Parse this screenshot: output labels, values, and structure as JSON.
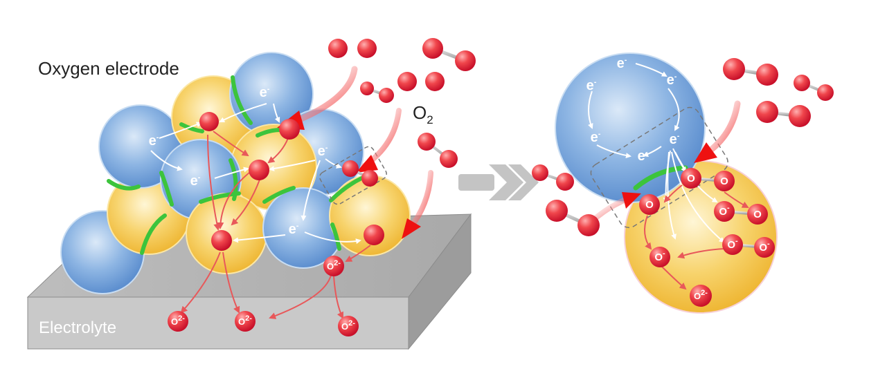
{
  "labels": {
    "oxygen_electrode": "Oxygen electrode",
    "electrolyte": "Electrolyte",
    "o2_main": "O",
    "o2_sub": "2"
  },
  "species": {
    "electron": "e",
    "electron_charge": "-",
    "oxygen": "O",
    "oxygen_ion_charge": "-",
    "oxide_ion_charge": "2-"
  },
  "colors": {
    "electronic_conductor": "#6a9fd8",
    "ionic_conductor": "#f2c548",
    "triple_phase_boundary": "#3cc43c",
    "oxygen_atom": "#e02a35",
    "electron_path": "#ffffff",
    "ion_path": "#e8585a",
    "gas_arrow": "#ee1111",
    "electrolyte": "#c8c8c8",
    "process_arrow": "#c4c4c4"
  },
  "icons": {
    "process_arrow": "double-chevron-right-icon"
  }
}
